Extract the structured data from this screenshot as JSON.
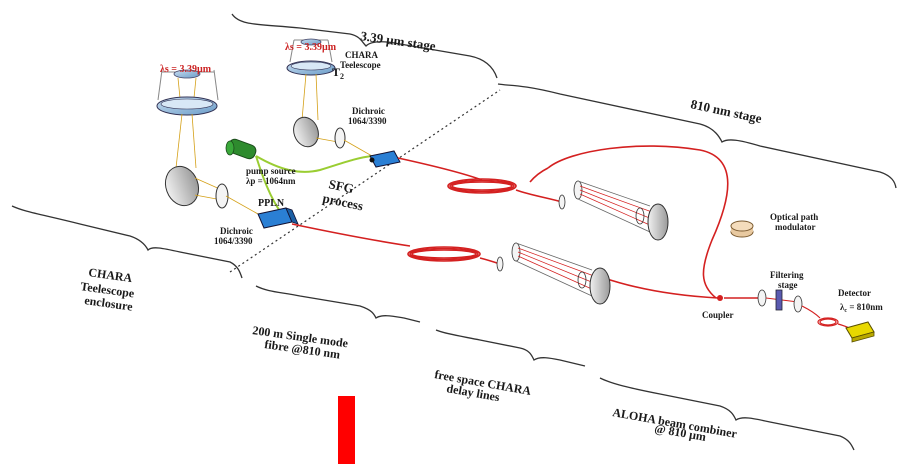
{
  "labels": {
    "lambda_s_left": "λs = 3.39µm",
    "lambda_s_top": "λs = 3.39µm",
    "t2": "T",
    "t2_sub": "2",
    "chara_tele_top_1": "CHARA",
    "chara_tele_top_2": "Teelescope",
    "stage_339": "3.39 µm stage",
    "stage_810": "810 nm stage",
    "dichroic_top_1": "Dichroic",
    "dichroic_top_2": "1064/3390",
    "pump_1": "pump source",
    "pump_2": "λp = 1064nm",
    "sfg_1": "SFG",
    "sfg_2": "process",
    "ppln": "PPLN",
    "dichroic_bot_1": "Dichroic",
    "dichroic_bot_2": "1064/3390",
    "opm_1": "Optical path",
    "opm_2": "modulator",
    "filter_1": "Filtering",
    "filter_2": "stage",
    "detector_1": "Detector",
    "detector_2": "λ",
    "detector_sub": "c",
    "detector_3": " = 810nm",
    "coupler": "Coupler",
    "enclosure_1": "CHARA",
    "enclosure_2": "Teelescope",
    "enclosure_3": "enclosure",
    "fibre_1": "200 m Single mode",
    "fibre_2": "fibre @810 nm",
    "delay_1": "free space CHARA",
    "delay_2": "delay lines",
    "aloha_1": "ALOHA beam combiner",
    "aloha_2": "@ 810 µm"
  },
  "colors": {
    "fibre": "#d42020",
    "pump_fibre": "#9acd32",
    "ppln": "#2a7fd4",
    "pump_source": "#2e8b2e",
    "telescope": "#6aa8d8",
    "red_bar": "#ff0000",
    "detector": "#e8d800"
  }
}
